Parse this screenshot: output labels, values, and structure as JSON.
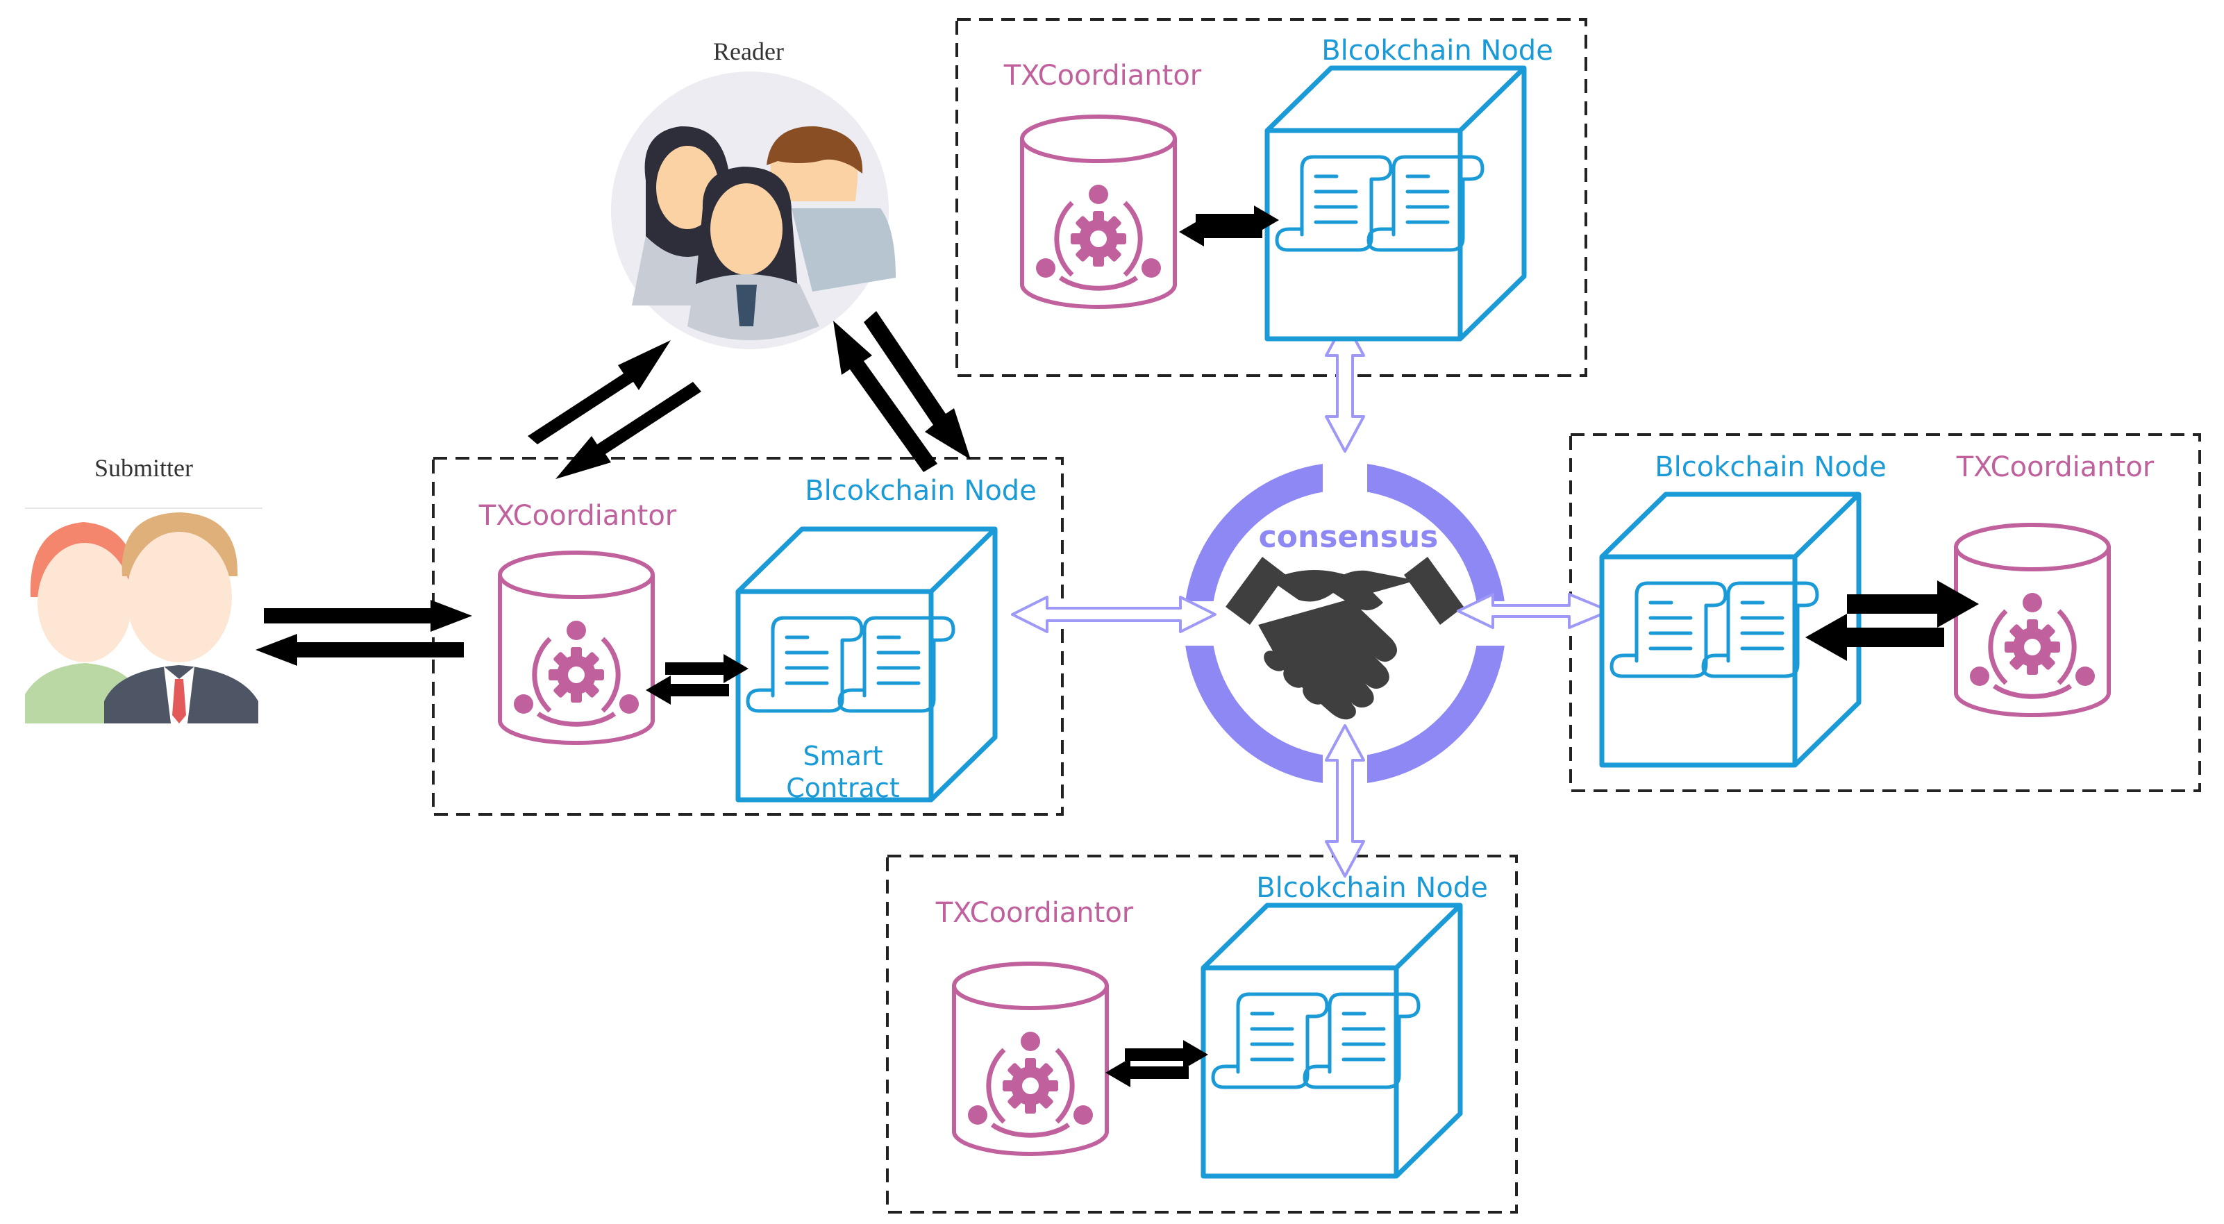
{
  "actors": {
    "reader": "Reader",
    "submitter": "Submitter"
  },
  "nodes": {
    "top": {
      "coordinator": "TXCoordiantor",
      "blockchain": "Blcokchain Node"
    },
    "left": {
      "coordinator": "TXCoordiantor",
      "blockchain": "Blcokchain Node",
      "contract_line1": "Smart",
      "contract_line2": "Contract"
    },
    "right": {
      "coordinator": "TXCoordiantor",
      "blockchain": "Blcokchain Node"
    },
    "bottom": {
      "coordinator": "TXCoordiantor",
      "blockchain": "Blcokchain Node"
    }
  },
  "consensus": {
    "label": "consensus"
  },
  "colors": {
    "coordinator": "#c0619e",
    "blockchain": "#1a9ad6",
    "consensus": "#8e88f5",
    "consensus_arrow": "#9e98f7",
    "handshake": "#3f3f3f",
    "flow_arrow": "#000000",
    "dashed_border": "#222222"
  }
}
